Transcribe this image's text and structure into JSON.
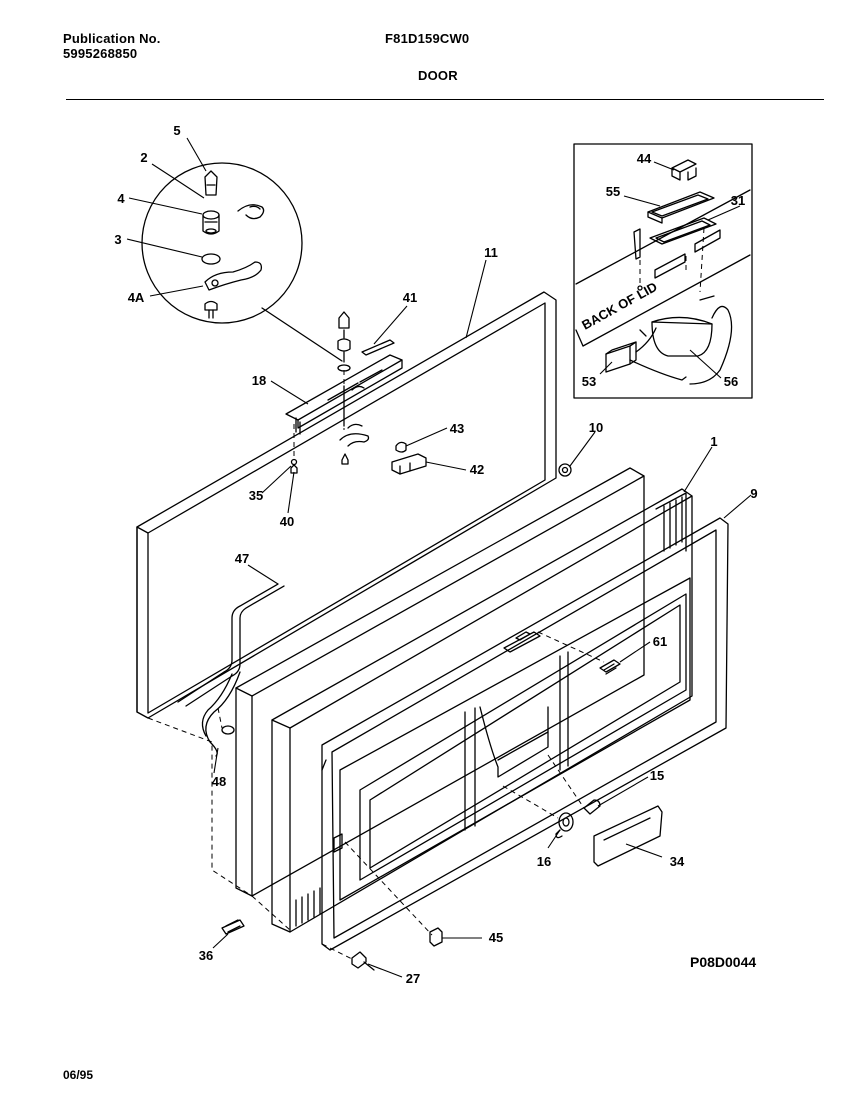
{
  "header": {
    "publication_label": "Publication No.",
    "publication_number": "5995268850",
    "model": "F81D159CW0",
    "section": "DOOR"
  },
  "callouts": [
    "5",
    "2",
    "4",
    "3",
    "4A",
    "41",
    "11",
    "18",
    "43",
    "10",
    "42",
    "35",
    "40",
    "1",
    "9",
    "47",
    "61",
    "48",
    "15",
    "16",
    "34",
    "36",
    "45",
    "27",
    "44",
    "55",
    "31",
    "53",
    "56"
  ],
  "inset_label": "BACK OF LID",
  "inset_small_text": "",
  "drawing_code": "P08D0044",
  "date": "06/95"
}
